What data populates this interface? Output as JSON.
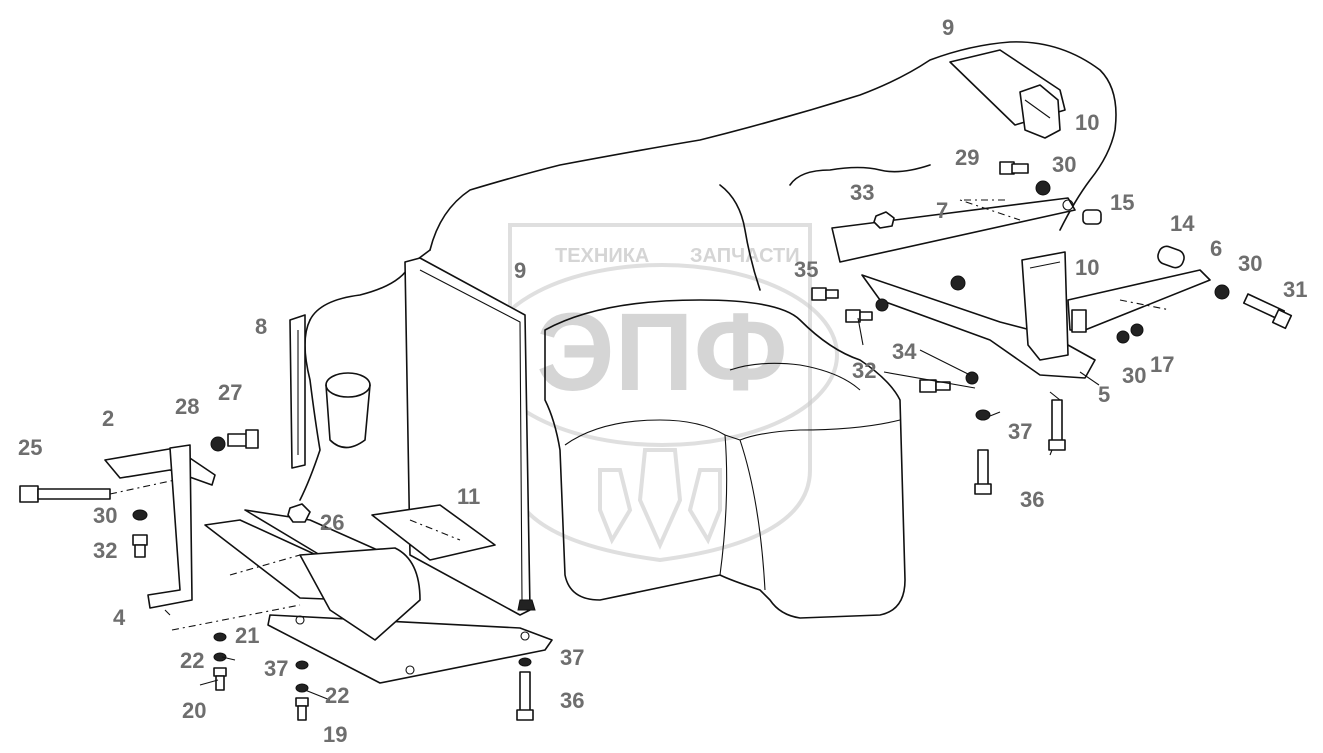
{
  "watermark": {
    "top_text": "ТЕХНИКА",
    "top_text_right": "ЗАПЧАСТИ",
    "logo_text": "ЭПФ"
  },
  "callouts": [
    "9",
    "10",
    "29",
    "30",
    "33",
    "7",
    "15",
    "14",
    "6",
    "30",
    "31",
    "35",
    "10",
    "8",
    "9",
    "32",
    "34",
    "32",
    "30",
    "17",
    "5",
    "37",
    "36",
    "2",
    "28",
    "27",
    "25",
    "30",
    "32",
    "26",
    "11",
    "4",
    "21",
    "22",
    "37",
    "22",
    "20",
    "19",
    "37",
    "36"
  ]
}
